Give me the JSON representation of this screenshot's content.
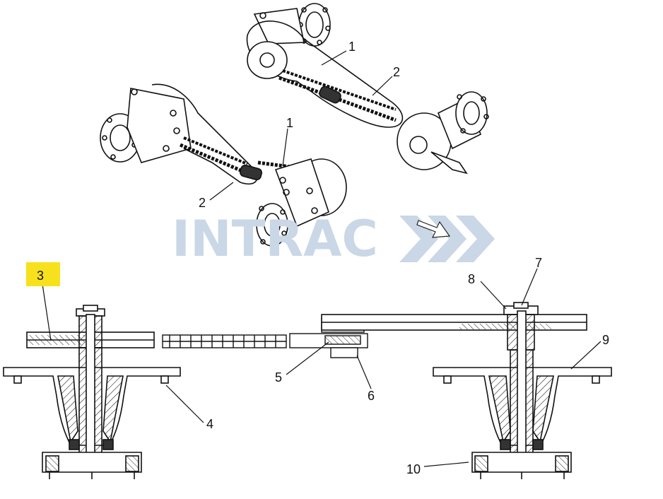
{
  "watermark": {
    "text": "INTRAC",
    "color": "#c9d7e6"
  },
  "highlight_color": "#f7e11d",
  "callouts": {
    "top_chain_a": "1",
    "top_belt_a": "2",
    "top_chain_b": "1",
    "top_belt_b": "2",
    "highlighted_part": "3",
    "bolt": "4",
    "idler_bolt": "5",
    "idler_pulley": "6",
    "nut": "7",
    "sprocket": "8",
    "spindle_housing": "9",
    "bearing_flange": "10"
  },
  "icons": {
    "direction_arrow": "arrow-down-right-icon"
  }
}
